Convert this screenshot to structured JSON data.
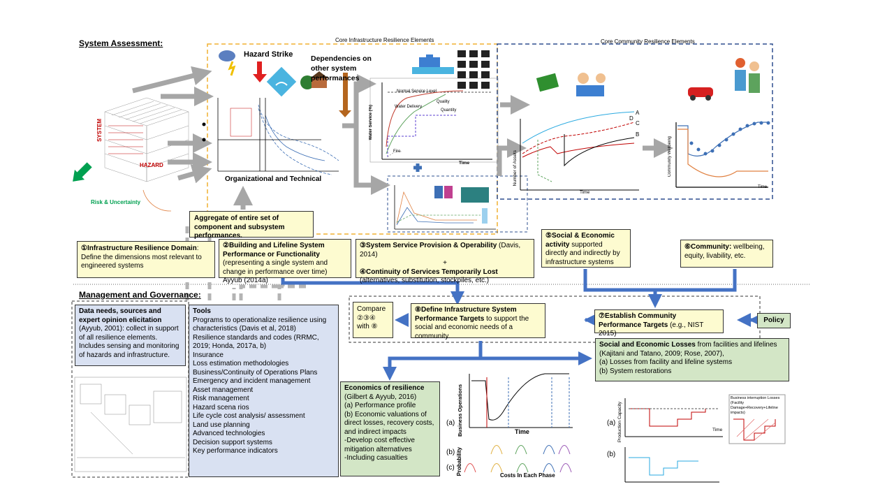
{
  "headers": {
    "system_assessment": "System Assessment:",
    "management": "Management and Governance:",
    "core_infra": "Core Infrastructure Resilience Elements",
    "core_community": "Core Community Resilience Elements"
  },
  "infra_panel": {
    "hazard": "Hazard Strike",
    "dependencies": "Dependencies on other system performances",
    "org_tech": "Organizational and Technical",
    "matrix_system": "SYSTEM",
    "matrix_hazard": "HAZARD",
    "risk_uncertainty": "Risk & Uncertainty"
  },
  "service_graph": {
    "normal": "Normal Service Level",
    "water": "Water Delivery",
    "quality": "Quality",
    "quantity": "Quantity",
    "fire": "Fire",
    "time": "Time",
    "ylabel": "Water Service (%)"
  },
  "community_graph": {
    "ylabel": "Number of Assets",
    "xlabel": "Time",
    "labels": [
      "A",
      "B",
      "C",
      "D"
    ],
    "ylabel2": "Community Wellbeing",
    "xlabel2": "Time"
  },
  "boxes": {
    "aggregate": "Aggregate of entire set of component and subsystem performances.",
    "b1_num": "①",
    "b1_title": "Infrastructure Resilience Domain",
    "b1_text": ": Define the dimensions most relevant to engineered systems",
    "b2_num": "②",
    "b2_title": "Building and Lifeline System Performance or Functionality",
    "b2_text": "(representing a single system and change in performance over time) Ayyub (2014a)",
    "b3_num": "③",
    "b3_title": "System Service Provision & Operability",
    "b3_cite": " (Davis, 2014)",
    "b3_plus": "+",
    "b4_num": "④",
    "b4_title": "Continuity of Services Temporarily Lost",
    "b4_text": "(alternatives, substitution, stockpiles, etc.)",
    "b5_num": "⑤",
    "b5_title": "Social & Economic activity",
    "b5_text": " supported directly and indirectly by infrastructure systems",
    "b6_num": "⑥",
    "b6_title": "Community:",
    "b6_text": " wellbeing, equity, livability, etc.",
    "compare": "Compare",
    "compare_nums": "②③④",
    "compare_with": "with ⑧",
    "b8_num": "⑧",
    "b8_title": "Define Infrastructure System Performance Targets",
    "b8_text": " to support the social and economic needs of a community.",
    "b7_num": "⑦",
    "b7_title": "Establish Community Performance Targets",
    "b7_text": " (e.g., NIST 2015)",
    "policy": "Policy"
  },
  "data_needs": {
    "title": "Data needs, sources and expert opinion elicitation",
    "cite": " (Ayyub, 2001):",
    "text": "collect in support of all resilience elements.  Includes sensing and monitoring of hazards and infrastructure."
  },
  "tools": {
    "title": "Tools",
    "items": [
      "Programs to operationalize resilience using characteristics (Davis et al, 2018)",
      "Resilience standards and codes (RRMC, 2019; Honda, 2017a, b)",
      "Insurance",
      "Loss estimation methodologies",
      "Business/Continuity of Operations Plans",
      "Emergency and incident management",
      "Asset management",
      "Risk management",
      "Hazard scena rios",
      "Life cycle cost analysis/ assessment",
      "Land use planning",
      "Advanced technologies",
      "Decision support systems",
      "Key performance indicators"
    ]
  },
  "economics": {
    "title": "Economics of resilience",
    "lines": [
      "(Gilbert & Ayyub, 2016)",
      "(a) Performance profile",
      "(b) Economic valuations of direct losses, recovery costs, and indirect impacts",
      "-Develop cost effective mitigation alternatives",
      "-Including casualties"
    ]
  },
  "losses": {
    "title": "Social and Economic Losses",
    "intro": " from facilities and lifelines",
    "lines": [
      "(Kajitani and Tatano, 2009; Rose, 2007),",
      "(a) Losses from facility and lifeline systems",
      "(b) System restorations"
    ]
  },
  "econ_graph": {
    "ylabel": "Business Operations",
    "xlabel": "Time",
    "prob_label": "Probability",
    "cost_label": "Costs In Each Phase",
    "label_a": "(a)",
    "label_b": "(b)",
    "label_c": "(c)"
  },
  "loss_graph": {
    "ylabel": "Production Capacity",
    "xlabel": "Time",
    "label_a": "(a)",
    "label_b": "(b)",
    "side_title": "Business interruption Losses (Facility Damage+Recovery+Lifeline impacts)"
  },
  "colors": {
    "yellow_box": "#fdfbd0",
    "blue_box": "#d9e1f2",
    "green_box": "#d3e6c6",
    "arrow_blue": "#4472c4",
    "arrow_gray": "#a6a6a6",
    "dash_orange": "#f0b030",
    "dash_blue": "#2e4f8f"
  }
}
